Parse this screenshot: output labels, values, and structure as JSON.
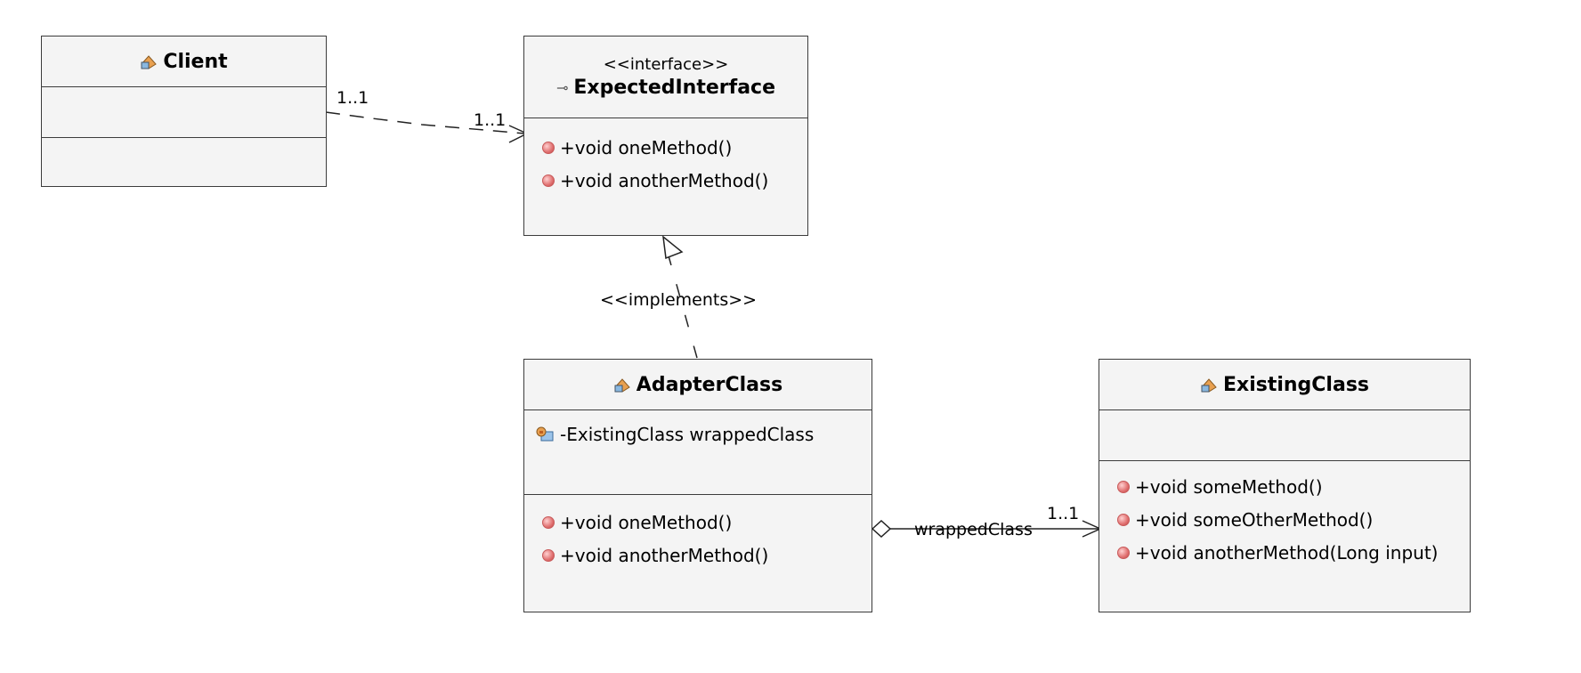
{
  "classes": {
    "client": {
      "name": "Client"
    },
    "expected_interface": {
      "stereotype": "<<interface>>",
      "name": "ExpectedInterface",
      "operations": [
        "+void oneMethod()",
        "+void anotherMethod()"
      ]
    },
    "adapter_class": {
      "name": "AdapterClass",
      "attributes": [
        "-ExistingClass wrappedClass"
      ],
      "operations": [
        "+void oneMethod()",
        "+void anotherMethod()"
      ]
    },
    "existing_class": {
      "name": "ExistingClass",
      "operations": [
        "+void someMethod()",
        "+void someOtherMethod()",
        "+void anotherMethod(Long input)"
      ]
    }
  },
  "connectors": {
    "client_to_interface": {
      "source_multiplicity": "1..1",
      "target_multiplicity": "1..1"
    },
    "realization": {
      "label": "<<implements>>"
    },
    "aggregation": {
      "label": "wrappedClass",
      "target_multiplicity": "1..1"
    }
  },
  "colors": {
    "box_fill": "#f4f4f4",
    "box_border": "#3c3c3c",
    "operation_icon": "#e07070"
  },
  "icons": {
    "class": "class-icon",
    "interface": "interface-icon",
    "field": "field-icon",
    "operation": "operation-icon"
  }
}
